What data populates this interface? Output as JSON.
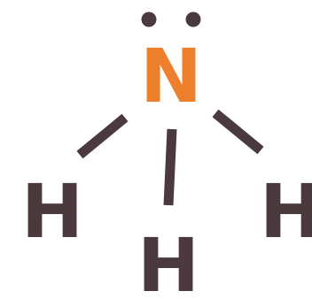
{
  "colors": {
    "nitrogen": "#ee7f2d",
    "hydrogen": "#4a3a3d",
    "bond": "#4a3a3d",
    "lone_pair": "#4a3a3d",
    "background": "#ffffff"
  },
  "atoms": {
    "nitrogen": "N",
    "hydrogen_left": "H",
    "hydrogen_center": "H",
    "hydrogen_right": "H"
  }
}
